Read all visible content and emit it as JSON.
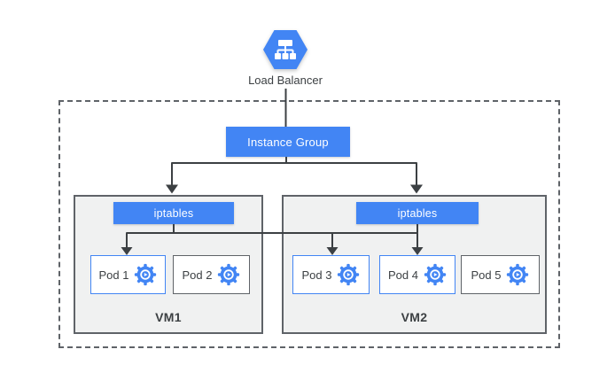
{
  "diagram": {
    "load_balancer": {
      "label": "Load Balancer",
      "icon": "load-balancer-hexagon-icon"
    },
    "instance_group": {
      "label": "Instance Group"
    },
    "vms": [
      {
        "name": "VM1",
        "iptables": "iptables",
        "pods": [
          {
            "label": "Pod 1",
            "icon": "gear-play-icon",
            "highlighted": true
          },
          {
            "label": "Pod 2",
            "icon": "gear-play-icon",
            "highlighted": false
          }
        ]
      },
      {
        "name": "VM2",
        "iptables": "iptables",
        "pods": [
          {
            "label": "Pod 3",
            "icon": "gear-play-icon",
            "highlighted": true
          },
          {
            "label": "Pod 4",
            "icon": "gear-play-icon",
            "highlighted": true
          },
          {
            "label": "Pod 5",
            "icon": "gear-play-icon",
            "highlighted": false
          }
        ]
      }
    ]
  },
  "colors": {
    "primary-blue": "#4285f4",
    "line-color": "#3c4043",
    "vm-fill": "#f0f1f1",
    "vm-border": "#5f6368",
    "pod-border": "#5f6368",
    "pod-highlight-border": "#4285f4",
    "dashed-border": "#5f6368",
    "text-dark": "#3c4043"
  }
}
